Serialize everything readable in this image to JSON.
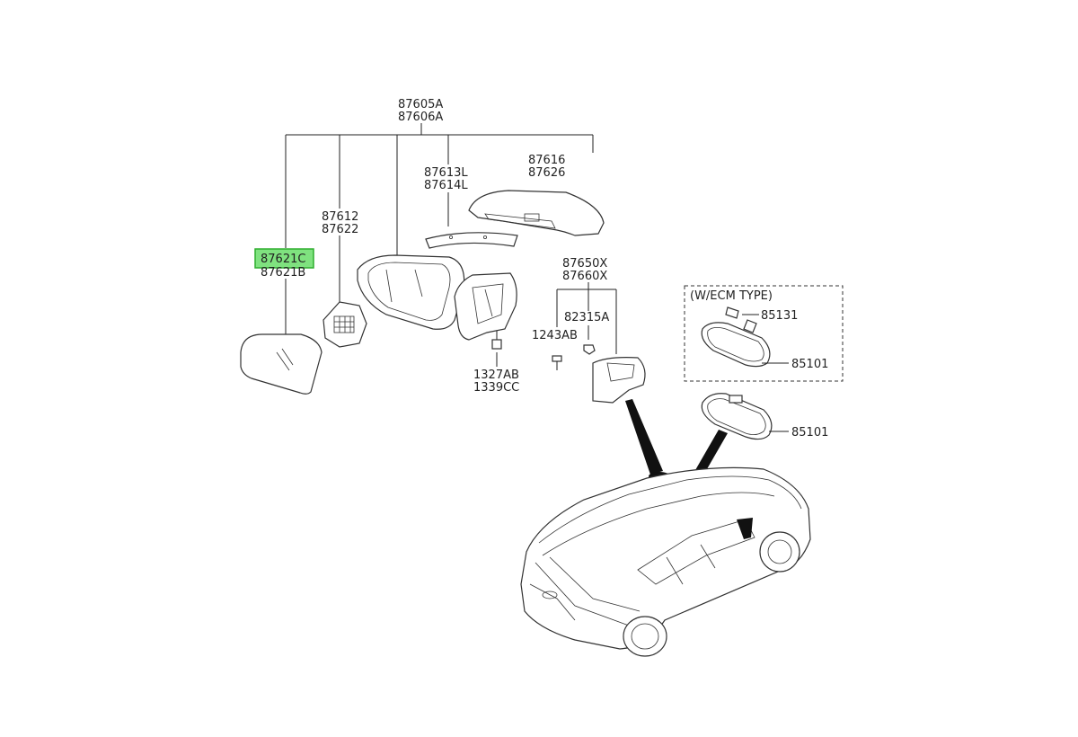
{
  "labels": {
    "assembly_upper": "87605A",
    "assembly_lower": "87606A",
    "cover_upper": "87616",
    "cover_lower": "87626",
    "lamp_upper": "87613L",
    "lamp_lower": "87614L",
    "actuator_upper": "87612",
    "actuator_lower": "87622",
    "glass_upper": "87621C",
    "glass_lower": "87621B",
    "housing_upper": "87650X",
    "housing_lower": "87660X",
    "bolt": "1243AB",
    "nut": "82315A",
    "screw_upper": "1327AB",
    "screw_lower": "1339CC",
    "ecm_box_title": "(W/ECM TYPE)",
    "ecm_clip": "85131",
    "ecm_mirror": "85101",
    "inside_mirror": "85101"
  },
  "highlight": {
    "part": "87621C",
    "color": "#7fe27f",
    "border_color": "#2fae2f"
  }
}
